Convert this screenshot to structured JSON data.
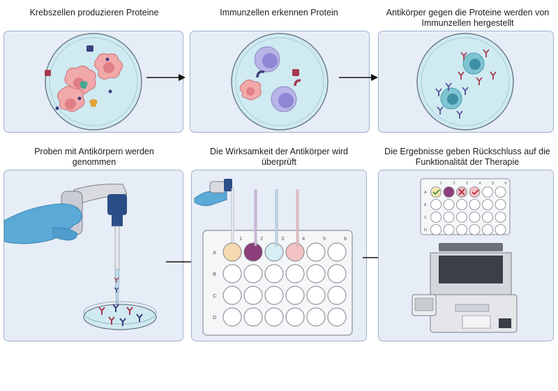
{
  "steps": [
    {
      "caption": "Krebszellen produzieren Proteine"
    },
    {
      "caption": "Immunzellen erkennen Protein"
    },
    {
      "caption": "Antikörper gegen die Proteine werden von Immunzellen hergestellt"
    },
    {
      "caption": "Proben mit Antikörpern werden genommen"
    },
    {
      "caption": "Die Wirksamkeit der Antikörper wird überprüft"
    },
    {
      "caption": "Die Ergebnisse geben Rückschluss auf die Funktionalität der Therapie"
    }
  ],
  "plate": {
    "rows": [
      "A",
      "B",
      "C",
      "D"
    ],
    "cols": [
      "1",
      "2",
      "3",
      "4",
      "5",
      "6"
    ]
  },
  "colors": {
    "panel_bg": "#e7edf6",
    "panel_border": "#9fb1cd",
    "dish": "#cfeaf1",
    "cancer_cell": "#f2a9a9",
    "immune_cell": "#b9b4e8",
    "antibody": "#a53a4e",
    "glove": "#5aa9d6"
  }
}
